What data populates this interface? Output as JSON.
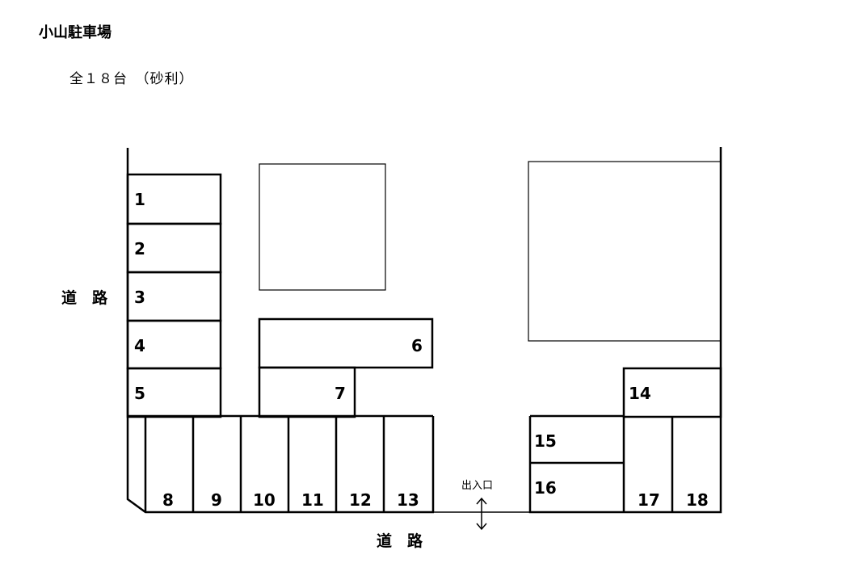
{
  "title": "小山駐車場",
  "subtitle": "全１８台　（砂利）",
  "road_left": "道　路",
  "road_bottom": "道　路",
  "entrance_label": "出入口",
  "spaces": [
    "1",
    "2",
    "3",
    "4",
    "5",
    "6",
    "7",
    "8",
    "9",
    "10",
    "11",
    "12",
    "13",
    "14",
    "15",
    "16",
    "17",
    "18"
  ]
}
